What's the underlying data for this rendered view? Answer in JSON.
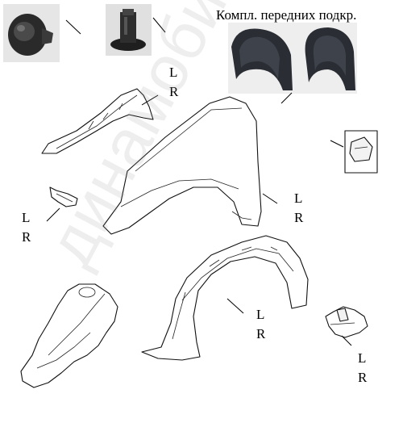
{
  "caption": "Компл. передних подкр.",
  "watermark": "динамобил.рф",
  "labels": {
    "fender_liner_top": {
      "l": "L",
      "r": "R"
    },
    "bracket_left": {
      "l": "L",
      "r": "R"
    },
    "fender": {
      "l": "L",
      "r": "R"
    },
    "fender_liner": {
      "l": "L",
      "r": "R"
    },
    "mudguard": {
      "l": "L",
      "r": "R"
    }
  },
  "colors": {
    "photo_background": "#d9d9d9",
    "part_fill": "#ffffff",
    "line": "#111111"
  }
}
